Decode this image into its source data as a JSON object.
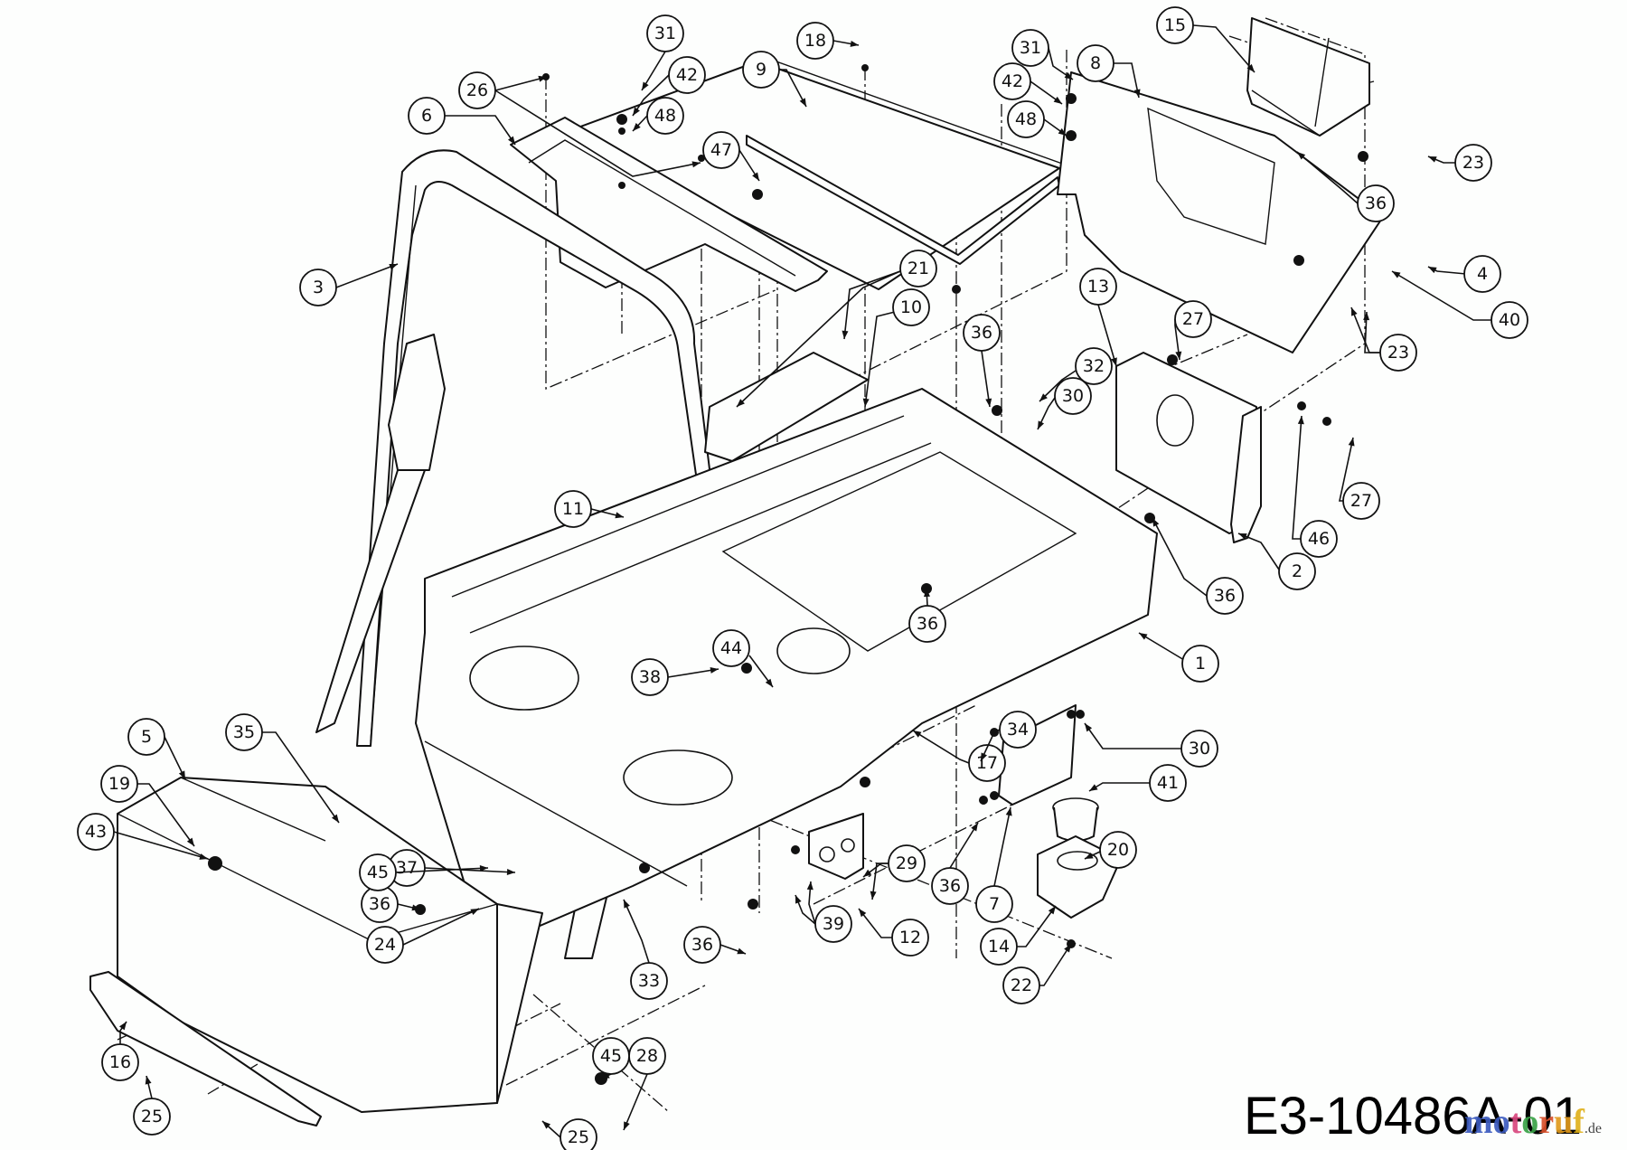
{
  "diagram": {
    "title": "Exploded parts diagram – frame, ROPS and seat pan assembly",
    "drawing_code": "E3-10486A-01",
    "watermark": {
      "letters": [
        "m",
        "o",
        "t",
        "o",
        "r",
        "u",
        "f"
      ],
      "colors": [
        "#3b5bbf",
        "#3b5bbf",
        "#d9487f",
        "#3aa247",
        "#d9512c",
        "#e09a1d",
        "#e0b21d"
      ],
      "tld": ".de"
    },
    "callouts": [
      {
        "id": "c1",
        "label": "1"
      },
      {
        "id": "c2",
        "label": "2"
      },
      {
        "id": "c3",
        "label": "3"
      },
      {
        "id": "c4",
        "label": "4"
      },
      {
        "id": "c5",
        "label": "5"
      },
      {
        "id": "c6",
        "label": "6"
      },
      {
        "id": "c7",
        "label": "7"
      },
      {
        "id": "c8",
        "label": "8"
      },
      {
        "id": "c9",
        "label": "9"
      },
      {
        "id": "c10",
        "label": "10"
      },
      {
        "id": "c11",
        "label": "11"
      },
      {
        "id": "c12",
        "label": "12"
      },
      {
        "id": "c13",
        "label": "13"
      },
      {
        "id": "c14",
        "label": "14"
      },
      {
        "id": "c15",
        "label": "15"
      },
      {
        "id": "c16",
        "label": "16"
      },
      {
        "id": "c17",
        "label": "17"
      },
      {
        "id": "c18",
        "label": "18"
      },
      {
        "id": "c19",
        "label": "19"
      },
      {
        "id": "c20",
        "label": "20"
      },
      {
        "id": "c21",
        "label": "21"
      },
      {
        "id": "c22",
        "label": "22"
      },
      {
        "id": "c23a",
        "label": "23"
      },
      {
        "id": "c23b",
        "label": "23"
      },
      {
        "id": "c24",
        "label": "24"
      },
      {
        "id": "c25a",
        "label": "25"
      },
      {
        "id": "c25b",
        "label": "25"
      },
      {
        "id": "c26",
        "label": "26"
      },
      {
        "id": "c27a",
        "label": "27"
      },
      {
        "id": "c27b",
        "label": "27"
      },
      {
        "id": "c28",
        "label": "28"
      },
      {
        "id": "c29",
        "label": "29"
      },
      {
        "id": "c30a",
        "label": "30"
      },
      {
        "id": "c30b",
        "label": "30"
      },
      {
        "id": "c31a",
        "label": "31"
      },
      {
        "id": "c31b",
        "label": "31"
      },
      {
        "id": "c32",
        "label": "32"
      },
      {
        "id": "c33",
        "label": "33"
      },
      {
        "id": "c34",
        "label": "34"
      },
      {
        "id": "c35",
        "label": "35"
      },
      {
        "id": "c36a",
        "label": "36"
      },
      {
        "id": "c36b",
        "label": "36"
      },
      {
        "id": "c36c",
        "label": "36"
      },
      {
        "id": "c36d",
        "label": "36"
      },
      {
        "id": "c36e",
        "label": "36"
      },
      {
        "id": "c36f",
        "label": "36"
      },
      {
        "id": "c36g",
        "label": "36"
      },
      {
        "id": "c37",
        "label": "37"
      },
      {
        "id": "c38",
        "label": "38"
      },
      {
        "id": "c39",
        "label": "39"
      },
      {
        "id": "c40",
        "label": "40"
      },
      {
        "id": "c41",
        "label": "41"
      },
      {
        "id": "c42a",
        "label": "42"
      },
      {
        "id": "c42b",
        "label": "42"
      },
      {
        "id": "c43",
        "label": "43"
      },
      {
        "id": "c44",
        "label": "44"
      },
      {
        "id": "c45a",
        "label": "45"
      },
      {
        "id": "c45b",
        "label": "45"
      },
      {
        "id": "c46",
        "label": "46"
      },
      {
        "id": "c47",
        "label": "47"
      },
      {
        "id": "c48a",
        "label": "48"
      },
      {
        "id": "c48b",
        "label": "48"
      }
    ]
  }
}
